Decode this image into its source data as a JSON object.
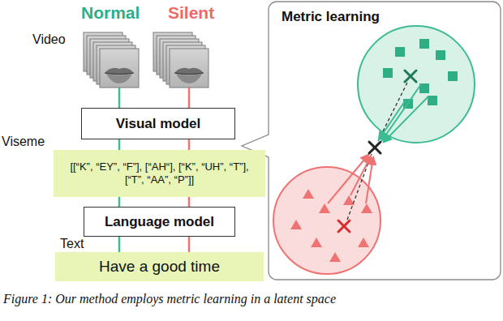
{
  "diagram": {
    "caption": "Figure 1: Our method employs metric learning in a latent space",
    "nodes": [
      {
        "text": [
          "Visual model"
        ]
      },
      {
        "text": [
          "[[“K”, “EY”, “F”], [“AH“], [“K”, “UH”, “T”], [“T”, “AA”, “P”]]"
        ]
      },
      {
        "text": [
          "Language model"
        ]
      },
      {
        "text": [
          "Have a good time"
        ]
      },
      {
        "text": [
          "Metric learning"
        ]
      }
    ],
    "edges": [
      {
        "from": 0,
        "to": 1,
        "arrow": "none"
      },
      {
        "from": 0,
        "to": 1,
        "arrow": "none"
      },
      {
        "from": 1,
        "to": 2,
        "arrow": "none"
      },
      {
        "from": 1,
        "to": 2,
        "arrow": "none"
      },
      {
        "from": 2,
        "to": 3,
        "arrow": "none"
      },
      {
        "from": 2,
        "to": 3,
        "arrow": "none"
      }
    ],
    "labels": [
      "Normal",
      "Silent",
      "Video",
      "Viseme",
      "Text"
    ]
  }
}
